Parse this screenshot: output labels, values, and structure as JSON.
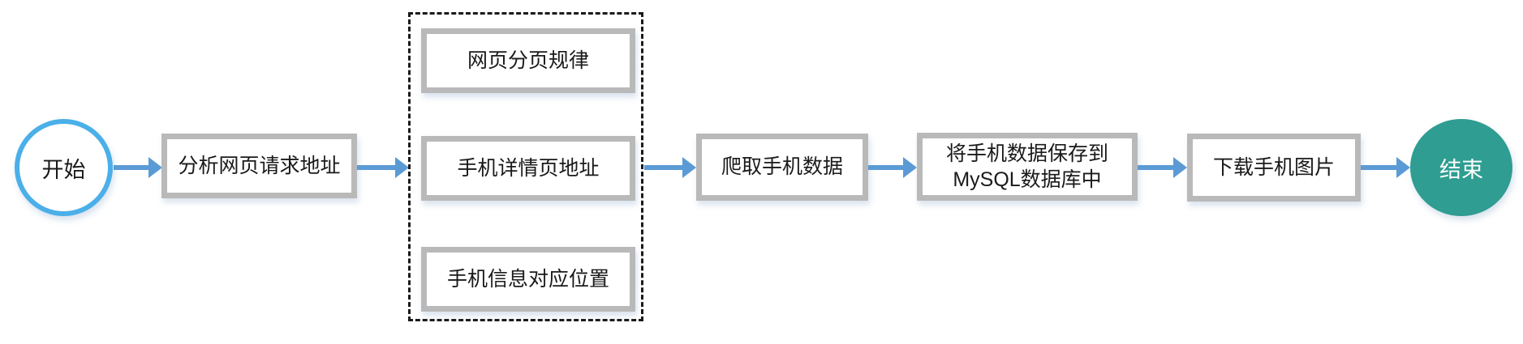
{
  "diagram": {
    "description": "Flowchart of a phone-data web crawler process",
    "colors": {
      "start_circle_border": "#4BAFE8",
      "end_circle_fill": "#2F9D91",
      "end_circle_text": "#FFFFFF",
      "arrow": "#5B9BD5",
      "box_border": "#B9B9B9",
      "box_fill": "#FFFFFF",
      "dashed_border": "#1A1A1A",
      "text": "#1A1A1A"
    },
    "start": {
      "label": "开始"
    },
    "end": {
      "label": "结束"
    },
    "steps": {
      "analyze": "分析网页请求地址",
      "crawl": "爬取手机数据",
      "save": "将手机数据保存到\nMySQL数据库中",
      "download": "下载手机图片"
    },
    "analysis_group": {
      "items": [
        "网页分页规律",
        "手机详情页地址",
        "手机信息对应位置"
      ]
    },
    "arrow_count": 6
  }
}
